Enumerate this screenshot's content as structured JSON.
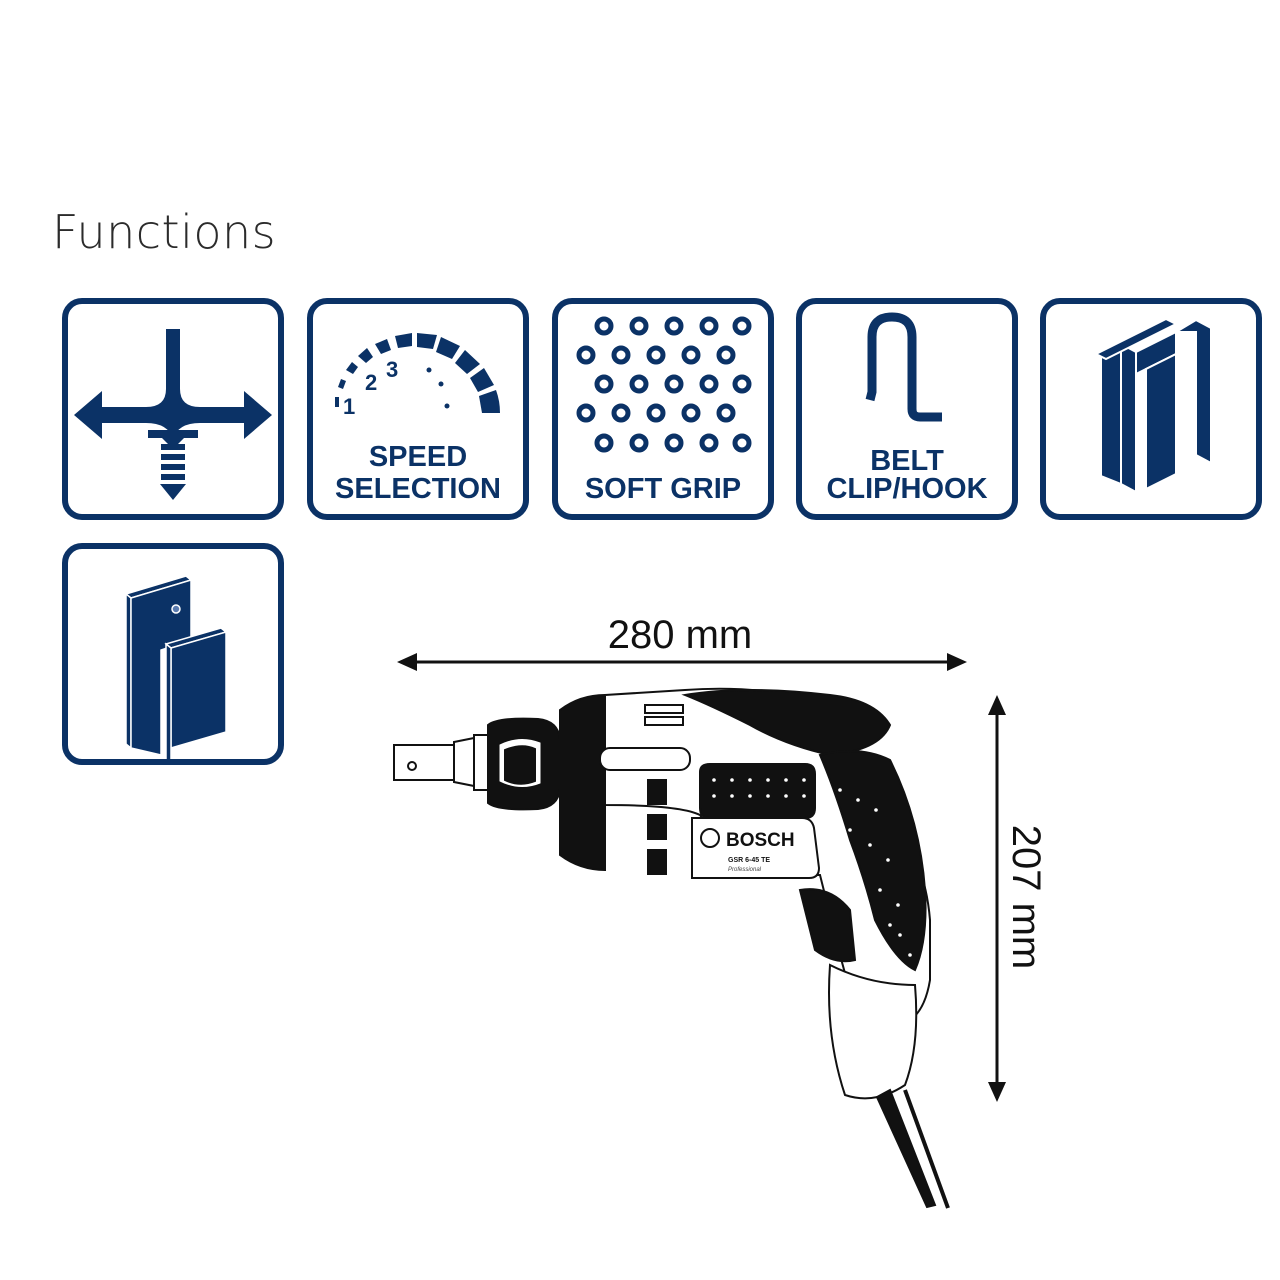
{
  "heading": "Functions",
  "colors": {
    "icon_navy": "#0b3266",
    "drawing_black": "#111111",
    "background": "#ffffff"
  },
  "functions": [
    {
      "icon": "screw-depth-arrows-icon",
      "label_lines": []
    },
    {
      "icon": "speed-dial-icon",
      "label_lines": [
        "SPEED",
        "SELECTION"
      ],
      "dial_numbers": [
        "1",
        "2",
        "3"
      ]
    },
    {
      "icon": "soft-grip-dots-icon",
      "label_lines": [
        "SOFT GRIP"
      ]
    },
    {
      "icon": "belt-hook-icon",
      "label_lines": [
        "BELT",
        "CLIP/HOOK"
      ]
    },
    {
      "icon": "steel-beam-icon",
      "label_lines": []
    },
    {
      "icon": "wood-boards-icon",
      "label_lines": []
    }
  ],
  "dimensions": {
    "length": "280 mm",
    "height": "207 mm"
  },
  "product": {
    "brand": "BOSCH",
    "model": "GSR 6-45 TE",
    "line": "Professional"
  }
}
